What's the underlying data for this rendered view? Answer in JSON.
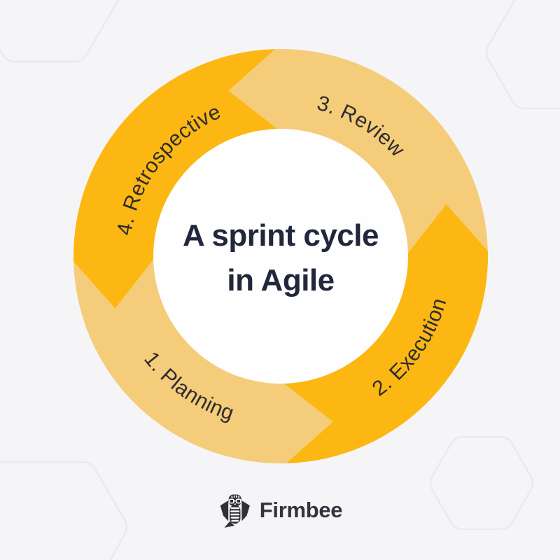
{
  "diagram": {
    "title_line1": "A sprint cycle",
    "title_line2": "in Agile",
    "cycle_direction": "counterclockwise",
    "segments": [
      {
        "label": "1. Planning",
        "color": "#F5CC79",
        "tone": "light"
      },
      {
        "label": "2. Execution",
        "color": "#FCB712",
        "tone": "dark"
      },
      {
        "label": "3. Review",
        "color": "#F5CC79",
        "tone": "light"
      },
      {
        "label": "4. Retrospective",
        "color": "#FCB712",
        "tone": "dark"
      }
    ]
  },
  "footer": {
    "brand": "Firmbee",
    "logo_icon": "bee-icon"
  },
  "colors": {
    "background": "#F5F5F7",
    "hexagon_outline": "#E9EAEF",
    "inner_circle": "#FEFEFE",
    "title_text": "#22273C",
    "segment_label_text": "#2D2C31",
    "logo_text": "#33343C"
  }
}
